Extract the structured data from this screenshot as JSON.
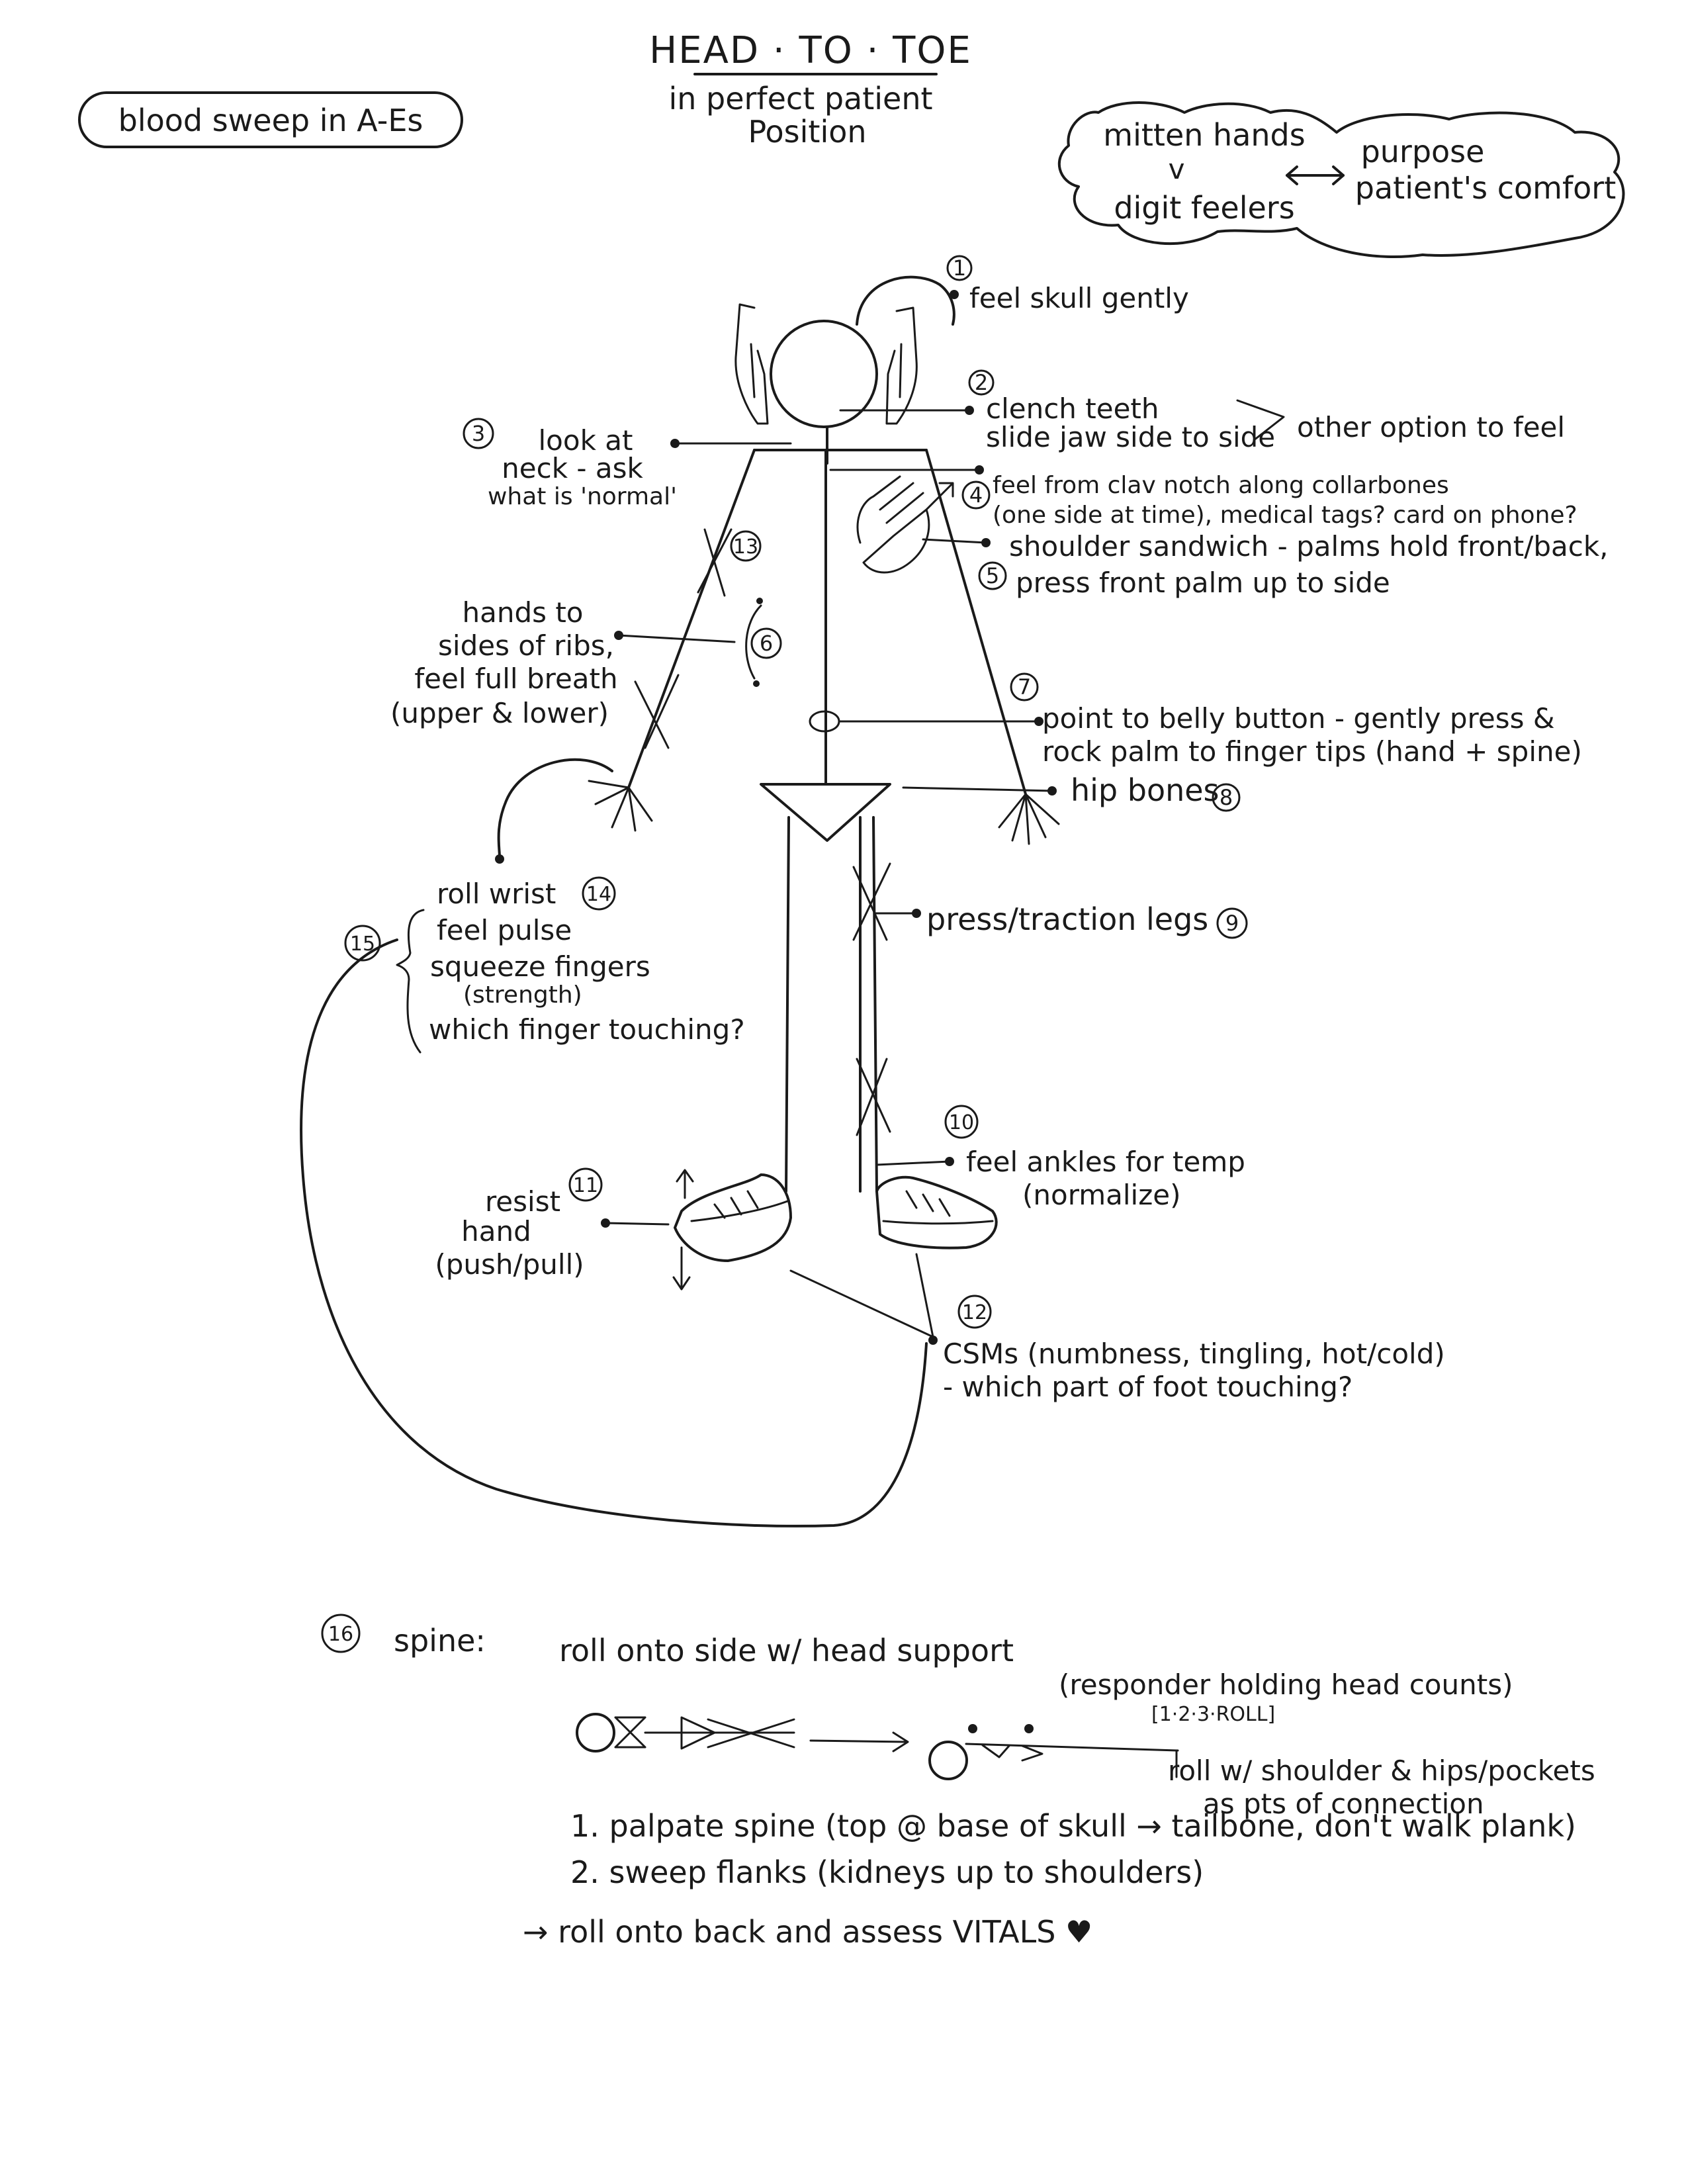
{
  "title": "HEAD · TO · TOE",
  "subtitle_line1": "in perfect patient",
  "subtitle_line2": "Position",
  "blood_sweep": "blood sweep in A-Es",
  "cloud": {
    "mitten": "mitten hands",
    "v": "v",
    "digit": "digit feelers",
    "purpose": "purpose",
    "comfort": "patient's comfort"
  },
  "steps": {
    "s1": {
      "num": "1",
      "text": "feel skull gently"
    },
    "s2": {
      "num": "2",
      "line1": "clench teeth",
      "line2": "slide jaw side to side",
      "note": "other option to feel"
    },
    "s3": {
      "num": "3",
      "line1": "look at",
      "line2": "neck - ask",
      "line3": "what is 'normal'"
    },
    "s4": {
      "num": "4",
      "line1": "feel from clav notch along collarbones",
      "line2": "(one side at time), medical tags? card on phone?"
    },
    "s5": {
      "num": "5",
      "line1": "shoulder sandwich - palms hold front/back,",
      "line2": "press front palm up to side"
    },
    "s6": {
      "num": "6",
      "line1": "hands to",
      "line2": "sides of ribs,",
      "line3": "feel full breath",
      "line4": "(upper & lower)"
    },
    "s7": {
      "num": "7",
      "line1": "point to belly button - gently press &",
      "line2": "rock palm to finger tips (hand + spine)"
    },
    "s8": {
      "num": "8",
      "text": "hip bones"
    },
    "s9": {
      "num": "9",
      "text": "press/traction legs"
    },
    "s10": {
      "num": "10",
      "line1": "feel ankles for temp",
      "line2": "(normalize)"
    },
    "s11": {
      "num": "11",
      "line1": "resist",
      "line2": "hand",
      "line3": "(push/pull)"
    },
    "s12": {
      "num": "12",
      "line1": "CSMs (numbness, tingling, hot/cold)",
      "line2": "- which part of foot touching?"
    },
    "s13": {
      "num": "13"
    },
    "s14": {
      "num": "14",
      "text": "roll wrist"
    },
    "s15": {
      "num": "15",
      "line1": "feel pulse",
      "line2": "squeeze fingers",
      "line3": "(strength)",
      "line4": "which finger touching?"
    }
  },
  "spine": {
    "num": "16",
    "label": "spine:",
    "roll": "roll onto side w/ head support",
    "counts": "(responder holding head counts)",
    "count_call": "[1·2·3·ROLL]",
    "roll_w": "roll w/ shoulder & hips/pockets",
    "pts": "as pts of connection",
    "item1": "1. palpate spine (top @ base of skull → tailbone, don't walk plank)",
    "item2": "2. sweep flanks (kidneys up to shoulders)",
    "final": "→ roll onto back and assess VITALS ♥"
  }
}
